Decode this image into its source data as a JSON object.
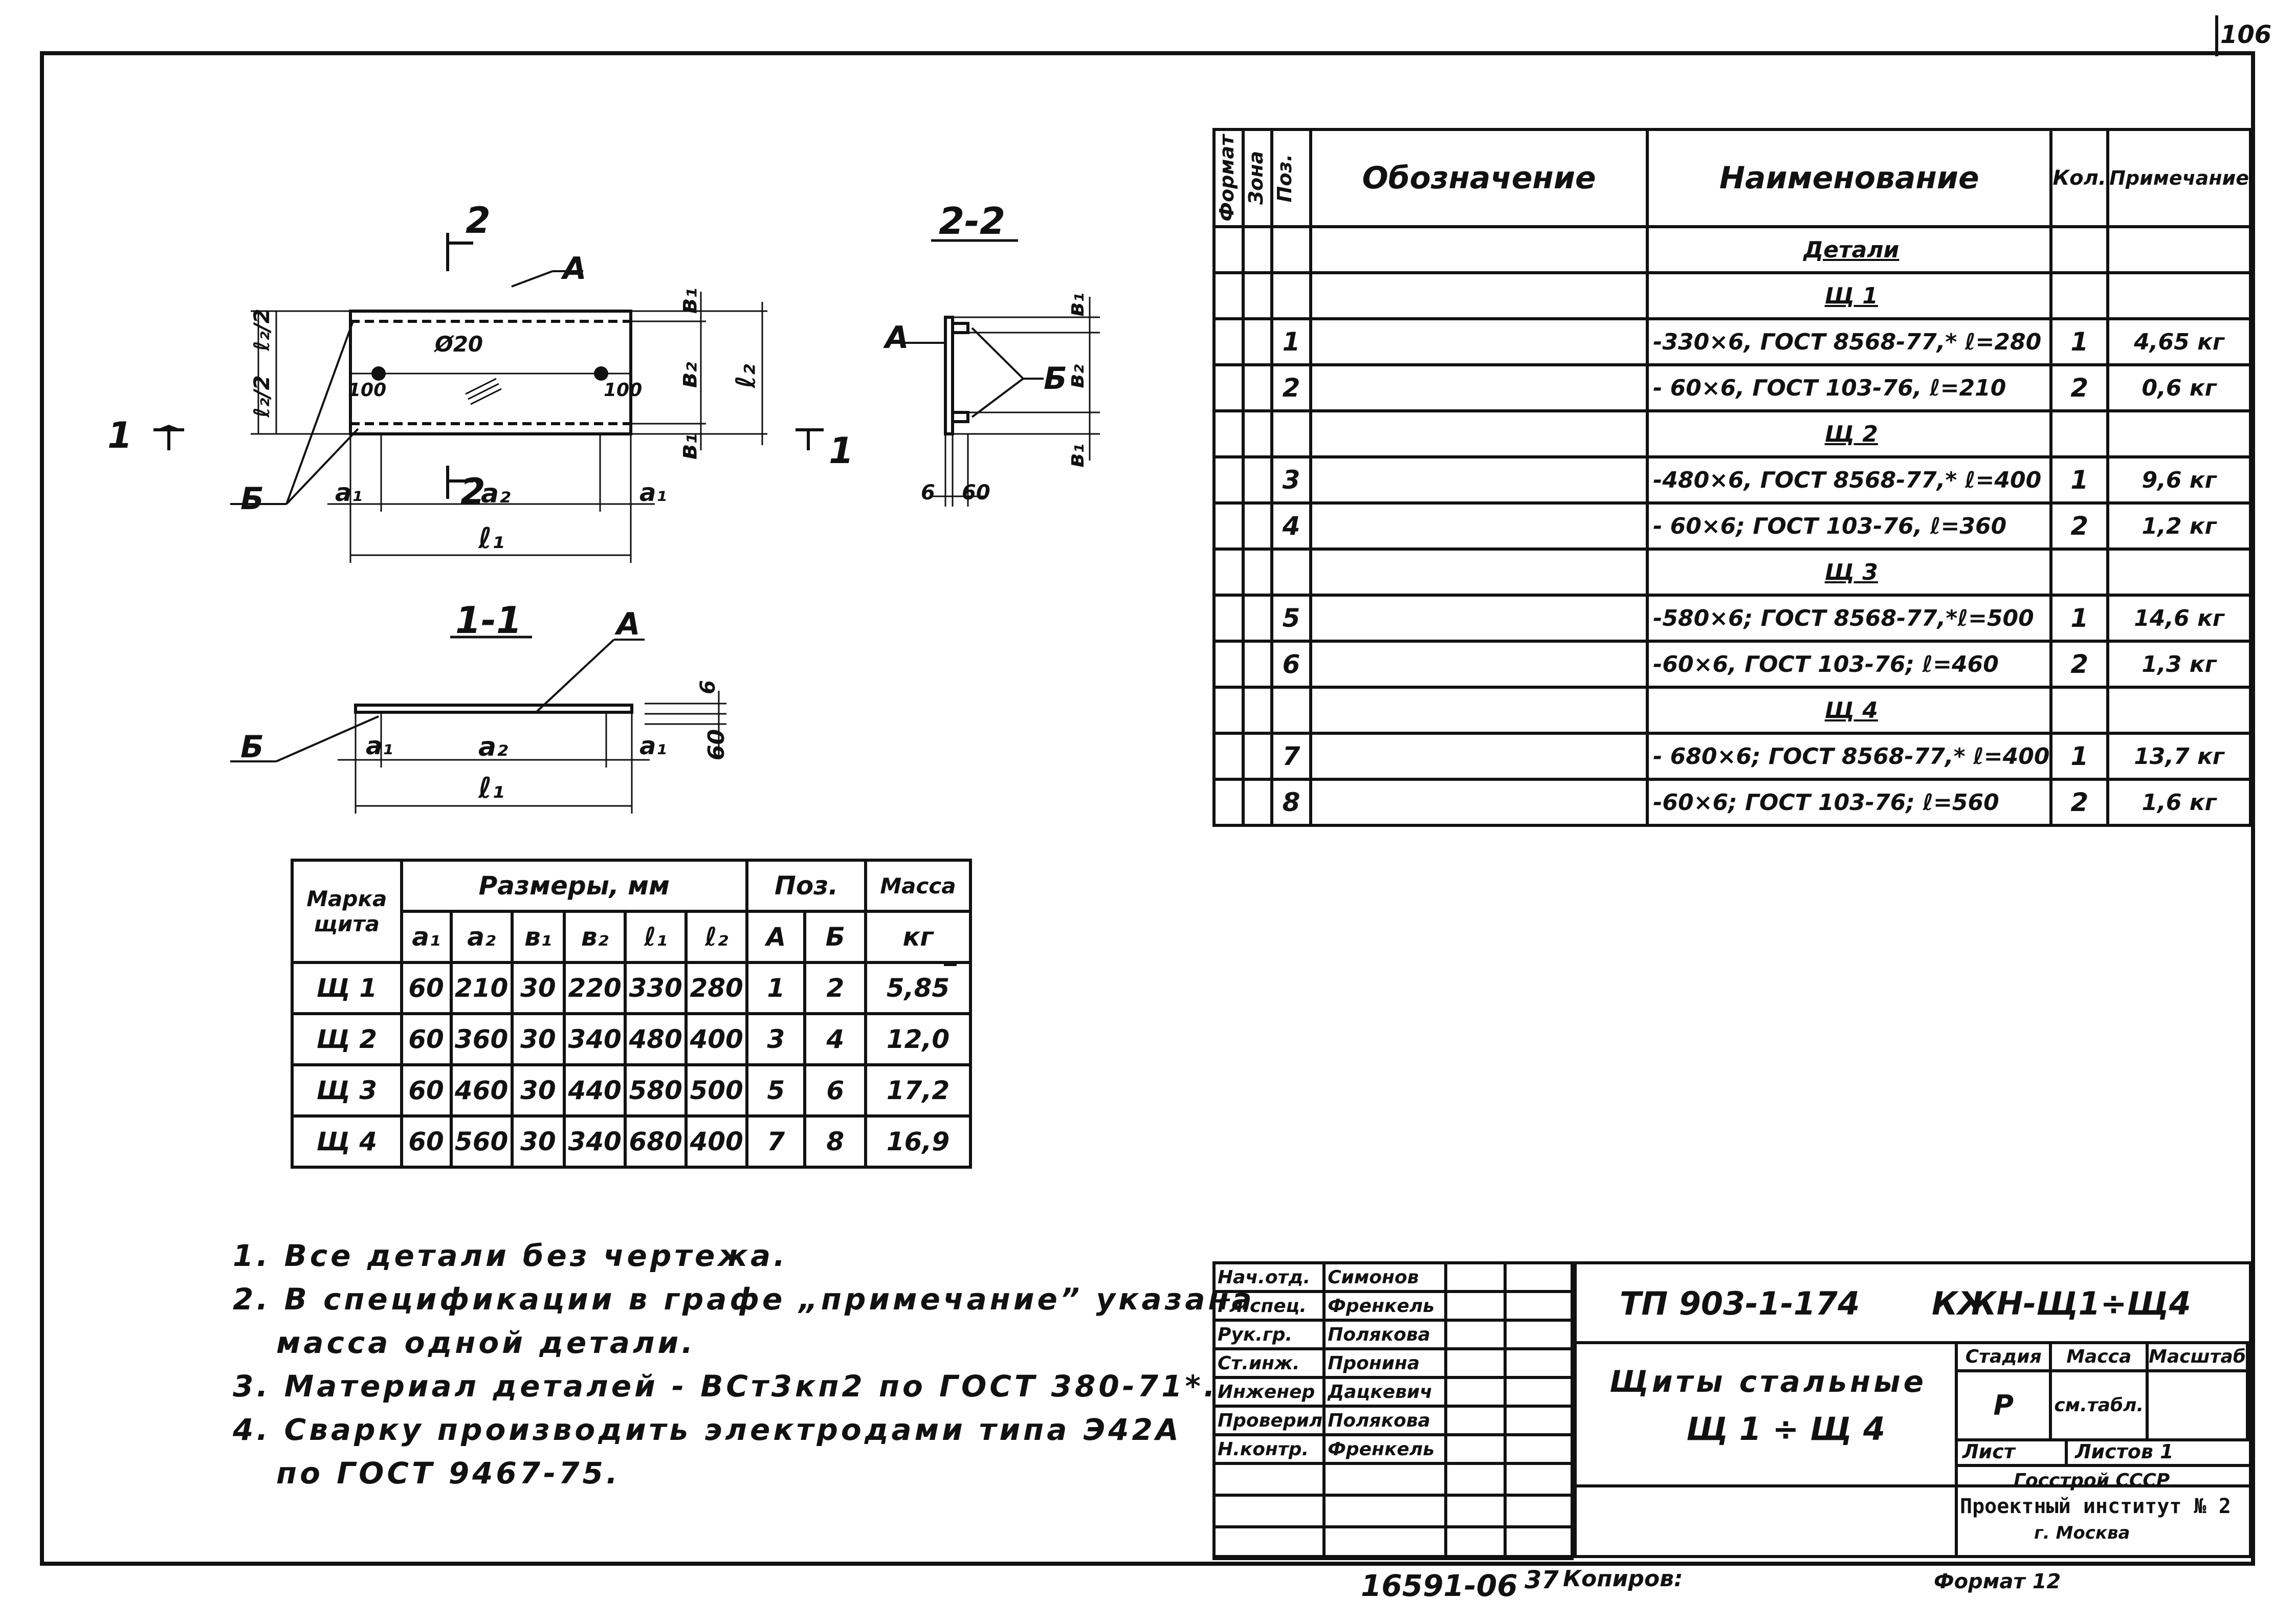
{
  "page_corner": "106",
  "spec_table": {
    "headers": {
      "format": "Формат",
      "zone": "Зона",
      "pos": "Поз.",
      "designation": "Обозначение",
      "name": "Наименование",
      "qty": "Кол.",
      "note": "Примечание"
    },
    "rows": [
      {
        "pos": "",
        "name": "Детали",
        "qty": "",
        "note": "",
        "kind": "heading"
      },
      {
        "pos": "",
        "name": "Щ 1",
        "qty": "",
        "note": "",
        "kind": "heading"
      },
      {
        "pos": "1",
        "name": "-330×6, ГОСТ 8568-77,* ℓ=280",
        "qty": "1",
        "note": "4,65 кг",
        "kind": "row"
      },
      {
        "pos": "2",
        "name": "- 60×6, ГОСТ 103-76, ℓ=210",
        "qty": "2",
        "note": "0,6 кг",
        "kind": "row"
      },
      {
        "pos": "",
        "name": "Щ 2",
        "qty": "",
        "note": "",
        "kind": "heading"
      },
      {
        "pos": "3",
        "name": "-480×6, ГОСТ 8568-77,* ℓ=400",
        "qty": "1",
        "note": "9,6 кг",
        "kind": "row"
      },
      {
        "pos": "4",
        "name": "- 60×6; ГОСТ 103-76, ℓ=360",
        "qty": "2",
        "note": "1,2 кг",
        "kind": "row"
      },
      {
        "pos": "",
        "name": "Щ 3",
        "qty": "",
        "note": "",
        "kind": "heading"
      },
      {
        "pos": "5",
        "name": "-580×6; ГОСТ 8568-77,*ℓ=500",
        "qty": "1",
        "note": "14,6 кг",
        "kind": "row"
      },
      {
        "pos": "6",
        "name": "-60×6, ГОСТ 103-76; ℓ=460",
        "qty": "2",
        "note": "1,3 кг",
        "kind": "row"
      },
      {
        "pos": "",
        "name": "Щ 4",
        "qty": "",
        "note": "",
        "kind": "heading"
      },
      {
        "pos": "7",
        "name": "- 680×6; ГОСТ 8568-77,* ℓ=400",
        "qty": "1",
        "note": "13,7 кг",
        "kind": "row"
      },
      {
        "pos": "8",
        "name": "-60×6; ГОСТ 103-76; ℓ=560",
        "qty": "2",
        "note": "1,6 кг",
        "kind": "row"
      }
    ]
  },
  "mass_table": {
    "h_mark": "Марка щита",
    "h_dims": "Размеры, мм",
    "h_pos": "Поз.",
    "h_mass": "Масса",
    "sub": [
      "a₁",
      "a₂",
      "в₁",
      "в₂",
      "ℓ₁",
      "ℓ₂",
      "А",
      "Б",
      "кг"
    ],
    "rows": [
      [
        "Щ 1",
        "60",
        "210",
        "30",
        "220",
        "330",
        "280",
        "1",
        "2",
        "5,85"
      ],
      [
        "Щ 2",
        "60",
        "360",
        "30",
        "340",
        "480",
        "400",
        "3",
        "4",
        "12,0"
      ],
      [
        "Щ 3",
        "60",
        "460",
        "30",
        "440",
        "580",
        "500",
        "5",
        "6",
        "17,2"
      ],
      [
        "Щ 4",
        "60",
        "560",
        "30",
        "340",
        "680",
        "400",
        "7",
        "8",
        "16,9"
      ]
    ]
  },
  "notes": [
    "1. Все детали без чертежа.",
    "2. В спецификации в графе „примечание” указана",
    "масса одной детали.",
    "3. Материал деталей - ВСт3кп2 по ГОСТ 380-71*.",
    "4. Сварку производить электродами типа Э42А",
    "по ГОСТ 9467-75."
  ],
  "drawing_labels": {
    "section_2": "2",
    "section_2_2": "2-2",
    "section_1_1": "1-1",
    "label_A": "А",
    "label_B": "Б",
    "label_1": "1",
    "hole": "Ø20",
    "off1": "100",
    "off2": "100",
    "a1": "a₁",
    "a2": "a₂",
    "l1": "ℓ₁",
    "l2": "ℓ₂",
    "b1": "в₁",
    "b2": "в₂",
    "e2half": "ℓ₂/2",
    "six": "6",
    "sixty": "60"
  },
  "title_block": {
    "roles": [
      "Нач.отд.",
      "Гл.спец.",
      "Рук.гр.",
      "Ст.инж.",
      "Инженер",
      "Проверил",
      "Н.контр."
    ],
    "names": [
      "Симонов",
      "Френкель",
      "Полякова",
      "Пронина",
      "Дацкевич",
      "Полякова",
      "Френкель"
    ],
    "project_code": "ТП 903-1-174",
    "sheet_code": "КЖН-Щ1÷Щ4",
    "title_line1": "Щиты стальные",
    "title_line2": "Щ 1 ÷ Щ 4",
    "stage_h": "Стадия",
    "mass_h": "Масса",
    "scale_h": "Масштаб",
    "stage": "Р",
    "mass": "см.табл.",
    "sheet_h": "Лист",
    "sheets_h": "Листов 1",
    "org1": "Госстрой СССР",
    "org2": "Проектный институт № 2",
    "org3": "г. Москва"
  },
  "footer": {
    "inv": "16591-06",
    "copy_num": "37",
    "copied_by": "Копиров:",
    "format": "Формат 12"
  }
}
